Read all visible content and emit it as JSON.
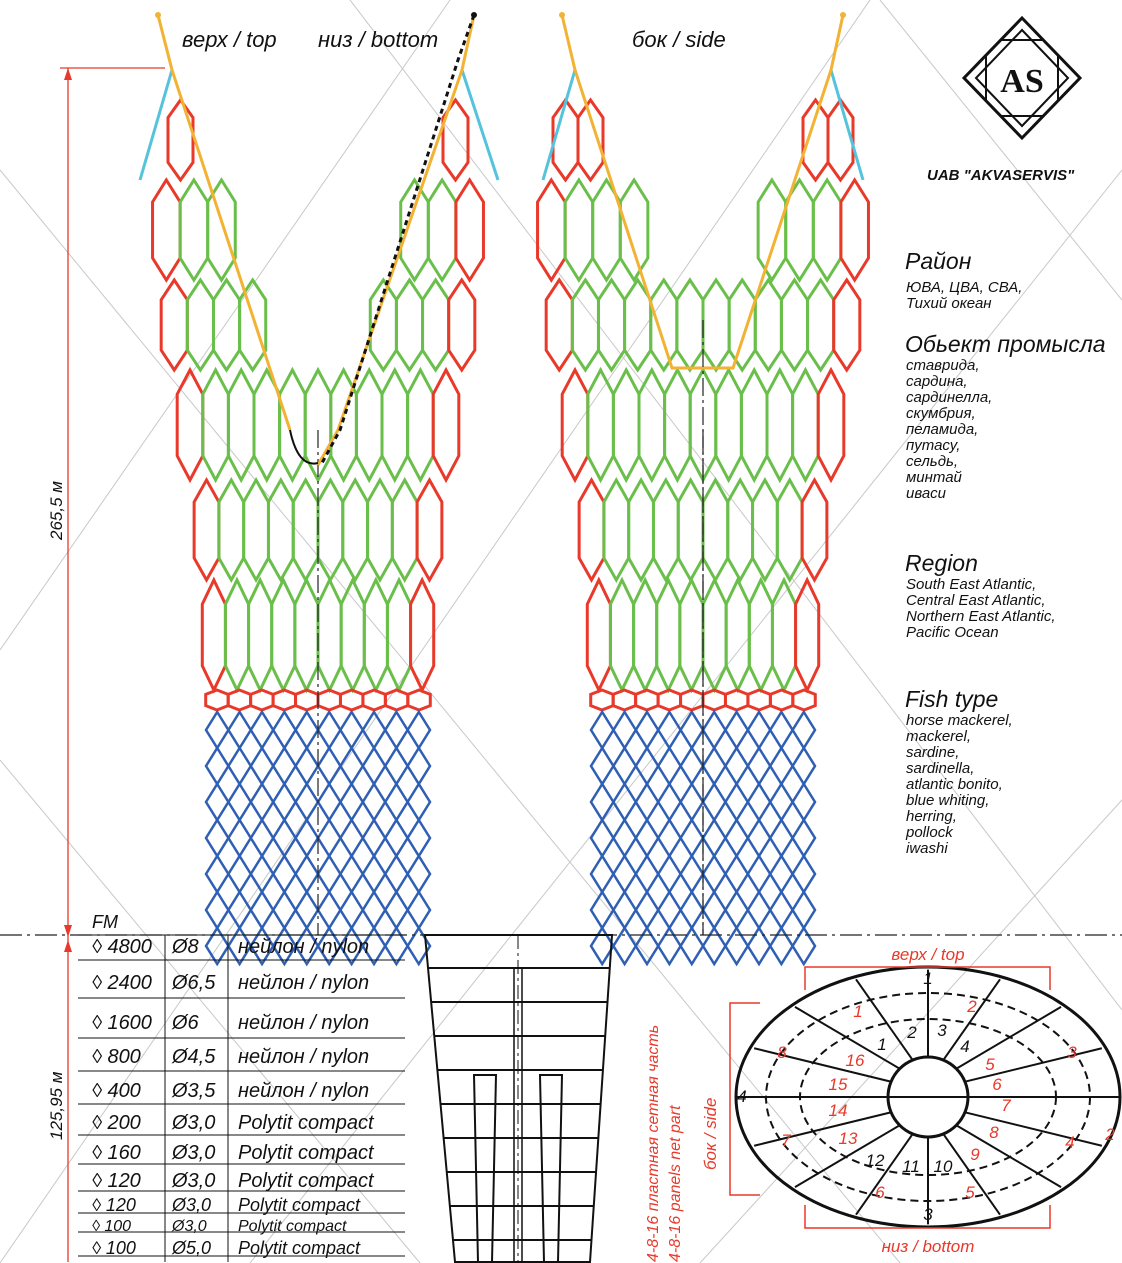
{
  "views": {
    "top_label": "верх / top",
    "bottom_label": "низ / bottom",
    "side_label": "бок / side"
  },
  "dimensions": {
    "total_length": "265,5 м",
    "panels_length": "125,95 м"
  },
  "company": {
    "name": "UAB \"AKVASERVIS\"",
    "logo_letters": "AS"
  },
  "info": {
    "district_title": "Район",
    "district_text": [
      "ЮВА, ЦВА, СВА,",
      "Тихий океан"
    ],
    "object_title": "Обьект промысла",
    "object_list": [
      "ставрида,",
      "сардина,",
      "сардинелла,",
      "скумбрия,",
      "пеламида,",
      "путасу,",
      "сельдь,",
      "минтай",
      "иваси"
    ],
    "region_title": "Region",
    "region_list": [
      "South East Atlantic,",
      "Central East Atlantic,",
      "Northern East Atlantic,",
      "Pacific Ocean"
    ],
    "fish_title": "Fish type",
    "fish_list": [
      "horse mackerel,",
      "mackerel,",
      "sardine,",
      "sardinella,",
      "atlantic bonito,",
      "blue whiting,",
      "herring,",
      "pollock",
      "iwashi"
    ]
  },
  "mesh_table": {
    "header": "FM",
    "rows": [
      {
        "mesh": "◊ 4800",
        "dia": "Ø8",
        "material": "нейлон / nylon"
      },
      {
        "mesh": "◊ 2400",
        "dia": "Ø6,5",
        "material": "нейлон / nylon"
      },
      {
        "mesh": "◊ 1600",
        "dia": "Ø6",
        "material": "нейлон / nylon"
      },
      {
        "mesh": "◊ 800",
        "dia": "Ø4,5",
        "material": "нейлон / nylon"
      },
      {
        "mesh": "◊ 400",
        "dia": "Ø3,5",
        "material": "нейлон / nylon"
      },
      {
        "mesh": "◊ 200",
        "dia": "Ø3,0",
        "material": "Polytit compact"
      },
      {
        "mesh": "◊ 160",
        "dia": "Ø3,0",
        "material": "Polytit compact"
      },
      {
        "mesh": "◊ 120",
        "dia": "Ø3,0",
        "material": "Polytit compact"
      },
      {
        "mesh": "◊ 120",
        "dia": "Ø3,0",
        "material": "Polytit compact"
      },
      {
        "mesh": "◊ 100",
        "dia": "Ø3,0",
        "material": "Polytit compact"
      },
      {
        "mesh": "◊ 100",
        "dia": "Ø5,0",
        "material": "Polytit compact"
      }
    ]
  },
  "panels_note": {
    "ru": "4-8-16 пластная сетная часть",
    "en": "4-8-16 panels net part"
  },
  "cross_section": {
    "top": "верх / top",
    "bottom": "низ / bottom",
    "side": "бок / side",
    "outer_labels": [
      "1",
      "2",
      "3",
      "4"
    ],
    "mid_labels": [
      "1",
      "2",
      "3",
      "4",
      "5",
      "6",
      "7",
      "8"
    ],
    "inner_labels": [
      "1",
      "2",
      "3",
      "4",
      "5",
      "6",
      "7",
      "8",
      "9",
      "10",
      "11",
      "12",
      "13",
      "14",
      "15",
      "16"
    ]
  },
  "colors": {
    "frame_rope": "#f2b233",
    "mesh_red": "#e8392a",
    "mesh_green": "#6abf4b",
    "mesh_blue": "#2f5fb4",
    "mesh_cyan": "#56c3dc",
    "dimension_red": "#e8392a",
    "annotation_red": "#e8392a"
  }
}
